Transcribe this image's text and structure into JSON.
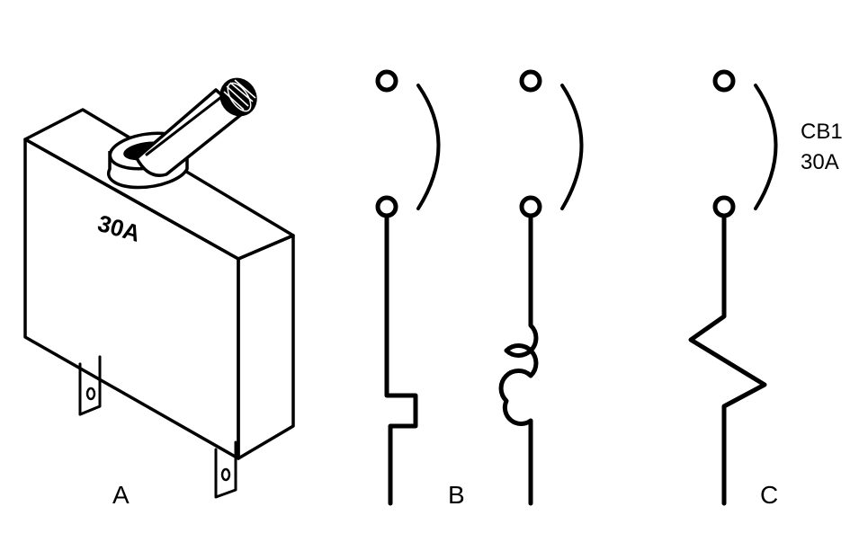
{
  "figure": {
    "panel_labels": {
      "a": "A",
      "b": "B",
      "c": "C"
    },
    "device_rating": "30A",
    "symbol_designator": "CB1",
    "symbol_rating": "30A",
    "colors": {
      "ink": "#000000",
      "paper": "#ffffff"
    }
  }
}
